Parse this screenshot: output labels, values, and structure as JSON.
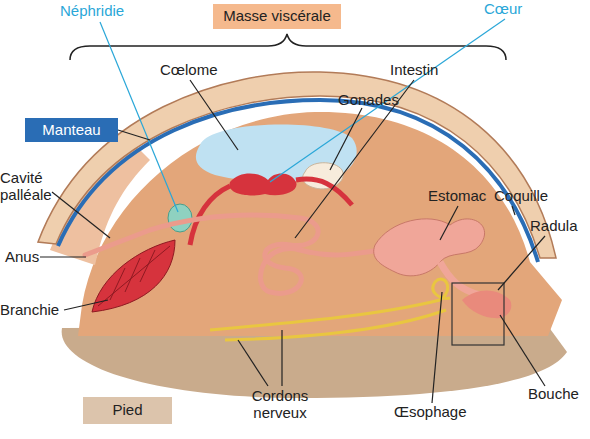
{
  "diagram": {
    "nodes": [
      {
        "text": [
          "Masse viscérale"
        ]
      },
      {
        "text": [
          "Manteau"
        ]
      },
      {
        "text": [
          "Pied"
        ]
      }
    ],
    "labels": [
      "Néphridie",
      "Cœur",
      "Cœlome",
      "Intestin",
      "Gonades",
      "Estomac",
      "Coquille",
      "Radula",
      "Cavité palléale",
      "Anus",
      "Branchie",
      "Cordons nerveux",
      "Œsophage",
      "Bouche"
    ]
  }
}
